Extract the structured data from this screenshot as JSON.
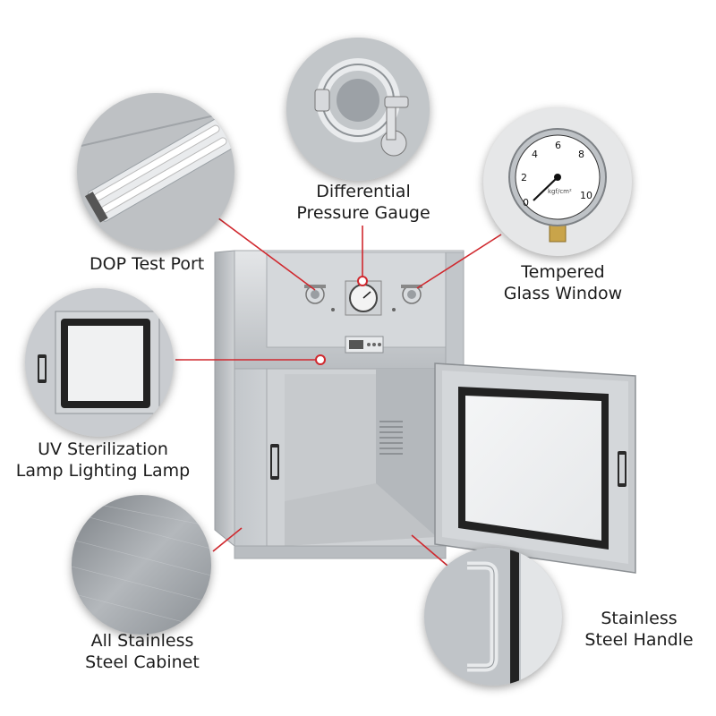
{
  "callouts": {
    "dop_test_port": "DOP Test Port",
    "differential_line1": "Differential",
    "differential_line2": "Pressure Gauge",
    "tempered_line1": "Tempered",
    "tempered_line2": "Glass Window",
    "uv_line1": "UV Sterilization",
    "uv_line2": "Lamp Lighting Lamp",
    "cabinet_line1": "All Stainless",
    "cabinet_line2": "Steel Cabinet",
    "handle_line1": "Stainless",
    "handle_line2": "Steel Handle"
  },
  "gauge": {
    "ticks": [
      "0",
      "2",
      "4",
      "6",
      "8",
      "10"
    ],
    "unit": "kgf/cm²"
  },
  "colors": {
    "callout_red": "#d0282e",
    "steel_light": "#d9dcdf",
    "steel_mid": "#b7bbbf",
    "steel_dark": "#8f9498",
    "gasket": "#222222"
  }
}
